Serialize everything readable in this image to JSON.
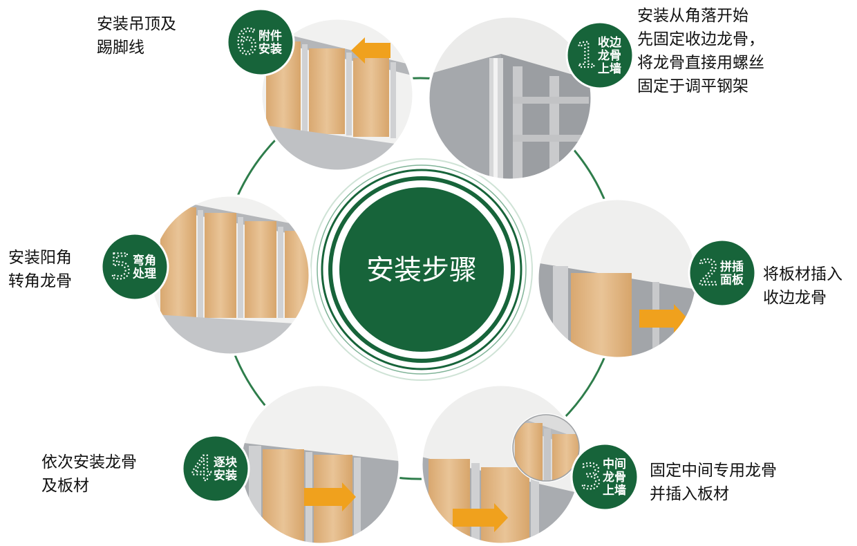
{
  "center": {
    "title": "安装步骤"
  },
  "colors": {
    "brand_green": "#17643a",
    "ring_green": "#2e7d4b",
    "wood": "#e2b783",
    "steel": "#a9adb3",
    "arrow_orange": "#f0a11d"
  },
  "steps": [
    {
      "num": "1",
      "badge": [
        "收边",
        "龙骨",
        "上墙"
      ],
      "desc": [
        "安装从角落开始",
        "先固定收边龙骨，",
        "将龙骨直接用螺丝",
        "固定于调平钢架"
      ]
    },
    {
      "num": "2",
      "badge": [
        "拼插",
        "面板"
      ],
      "desc": [
        "将板材插入",
        "收边龙骨"
      ]
    },
    {
      "num": "3",
      "badge": [
        "中间",
        "龙骨",
        "上墙"
      ],
      "desc": [
        "固定中间专用龙骨",
        "并插入板材"
      ]
    },
    {
      "num": "4",
      "badge": [
        "逐块",
        "安装"
      ],
      "desc": [
        "依次安装龙骨",
        "及板材"
      ]
    },
    {
      "num": "5",
      "badge": [
        "弯角",
        "处理"
      ],
      "desc": [
        "安装阳角",
        "转角龙骨"
      ]
    },
    {
      "num": "6",
      "badge": [
        "附件",
        "安装"
      ],
      "desc": [
        "安装吊顶及",
        "踢脚线"
      ]
    }
  ]
}
